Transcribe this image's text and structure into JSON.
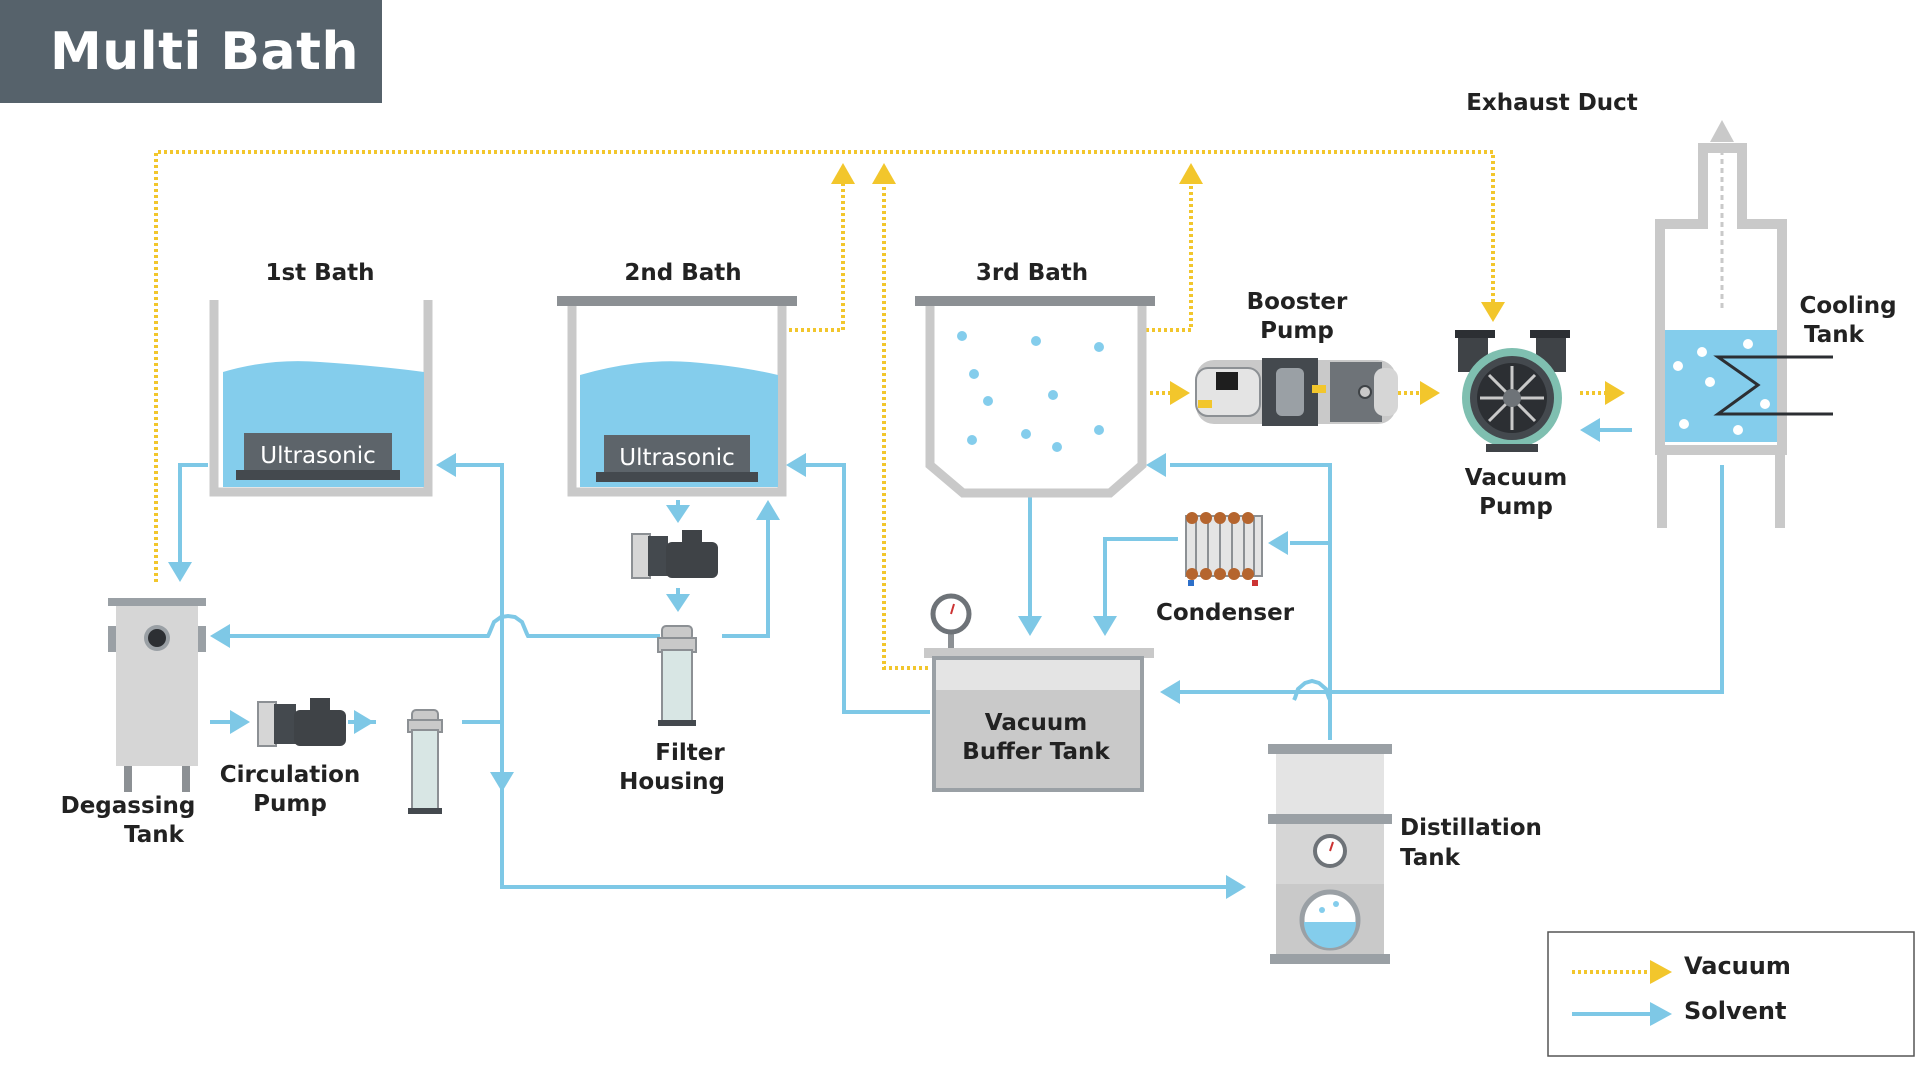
{
  "title": "Multi Bath",
  "components": {
    "bath1": "1st Bath",
    "bath2": "2nd Bath",
    "bath3": "3rd Bath",
    "ultrasonic1": "Ultrasonic",
    "ultrasonic2": "Ultrasonic",
    "booster_pump": [
      "Booster",
      "Pump"
    ],
    "vacuum_pump": [
      "Vacuum",
      "Pump"
    ],
    "cooling_tank": [
      "Cooling",
      "Tank"
    ],
    "exhaust_duct": "Exhaust Duct",
    "condenser": "Condenser",
    "vacuum_buffer_tank": [
      "Vacuum",
      "Buffer Tank"
    ],
    "distillation_tank": [
      "Distillation",
      "Tank"
    ],
    "filter_housing": [
      "Filter",
      "Housing"
    ],
    "circulation_pump": [
      "Circulation",
      "Pump"
    ],
    "degassing_tank": [
      "Degassing",
      "Tank"
    ]
  },
  "legend": {
    "vacuum": "Vacuum",
    "solvent": "Solvent"
  },
  "colors": {
    "vacuum_line": "#f2c62c",
    "solvent_line": "#7ec8e6",
    "water": "#84cdec",
    "equipment": "#c9c9c9",
    "equipment_dark": "#3f4347",
    "title_bg": "#56626b"
  }
}
